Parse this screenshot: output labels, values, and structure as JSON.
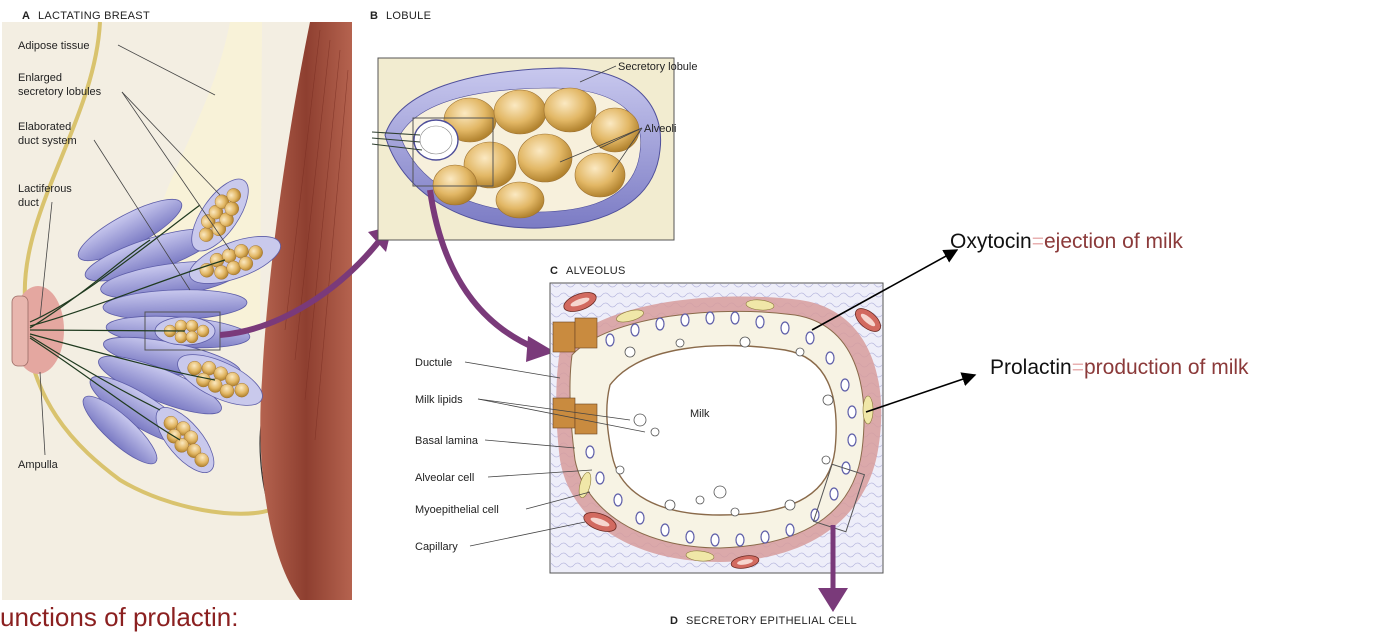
{
  "panels": {
    "A": {
      "letter": "A",
      "title": "LACTATING BREAST"
    },
    "B": {
      "letter": "B",
      "title": "LOBULE"
    },
    "C": {
      "letter": "C",
      "title": "ALVEOLUS"
    },
    "D": {
      "letter": "D",
      "title": "SECRETORY EPITHELIAL CELL"
    }
  },
  "labels_a": {
    "adipose": "Adipose tissue",
    "enlarged_1": "Enlarged",
    "enlarged_2": "secretory lobules",
    "elaborated_1": "Elaborated",
    "elaborated_2": "duct system",
    "lactiferous_1": "Lactiferous",
    "lactiferous_2": "duct",
    "ampulla": "Ampulla"
  },
  "labels_b": {
    "secretory_lobule": "Secretory lobule",
    "alveoli": "Alveoli"
  },
  "labels_c": {
    "ductule": "Ductule",
    "milk_lipids": "Milk lipids",
    "basal_lamina": "Basal lamina",
    "alveolar_cell": "Alveolar cell",
    "myoepithelial": "Myoepithelial cell",
    "capillary": "Capillary",
    "milk": "Milk"
  },
  "hormones": [
    {
      "name": "Oxytocin",
      "eq": "=",
      "effect": "ejection of milk"
    },
    {
      "name": "Prolactin",
      "eq": "=",
      "effect": "production of milk"
    }
  ],
  "footer": {
    "text": "unctions of prolactin:"
  },
  "colors": {
    "lobule_purple": "#8f8fd0",
    "alveolus_tan": "#e0b96a",
    "muscle": "#9c4a3a",
    "arrow_purple": "#7a3a7a",
    "wall_pink": "#c98a8a",
    "effect_text": "#8b3a3a"
  }
}
